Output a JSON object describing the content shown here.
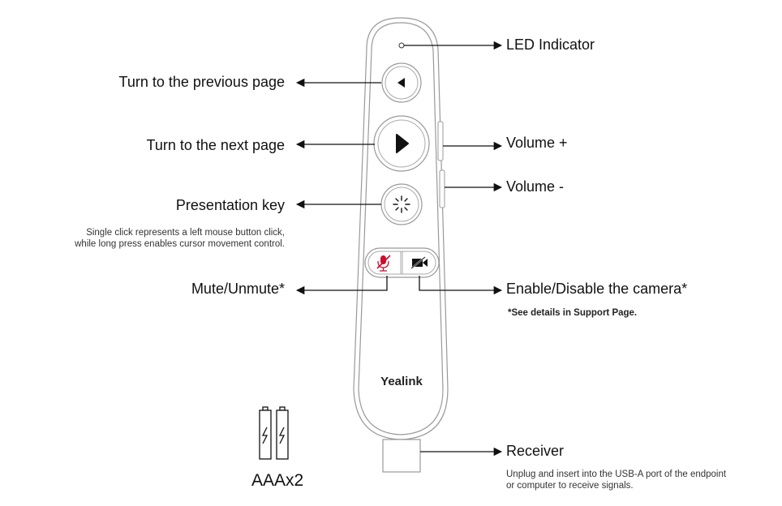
{
  "labels": {
    "led": "LED Indicator",
    "prev": "Turn to the previous page",
    "next": "Turn to the next page",
    "volume_up": "Volume +",
    "volume_down": "Volume -",
    "presentation": "Presentation key",
    "presentation_note_1": "Single click represents a left mouse button click,",
    "presentation_note_2": "while long press enables cursor movement control.",
    "mute": "Mute/Unmute*",
    "camera": "Enable/Disable the camera*",
    "camera_note": "*See details in Support Page.",
    "receiver": "Receiver",
    "receiver_note_1": "Unplug and insert into the USB-A port of the endpoint",
    "receiver_note_2": "or computer to receive signals.",
    "battery": "AAAx2",
    "brand": "Yealink"
  },
  "colors": {
    "mute_icon": "#c8102e",
    "line": "#111111",
    "outline": "#999999"
  }
}
